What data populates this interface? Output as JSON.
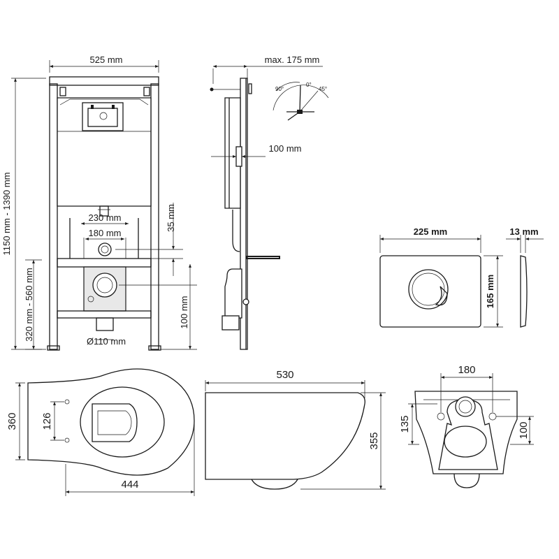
{
  "frame": {
    "width": "525 mm",
    "height": "1150 mm - 1390 mm",
    "bolt_spacing": "230 mm",
    "pipe_spacing": "180 mm",
    "pipe_offset": "35 mm",
    "outlet_height": "320 mm - 560 mm",
    "floor_height": "100 mm",
    "drain": "Ø110 mm"
  },
  "side": {
    "depth": "max. 175 mm",
    "module": "100 mm",
    "angle_90": "90°",
    "angle_0": "0°",
    "angle_45": "45°"
  },
  "plate": {
    "width": "225 mm",
    "height": "165 mm",
    "thickness": "13 mm"
  },
  "bowl_top": {
    "width": "360",
    "holes": "126",
    "length": "444"
  },
  "bowl_side": {
    "length": "530",
    "height": "355"
  },
  "bowl_rear": {
    "holes": "180",
    "height": "135",
    "lower": "100"
  }
}
